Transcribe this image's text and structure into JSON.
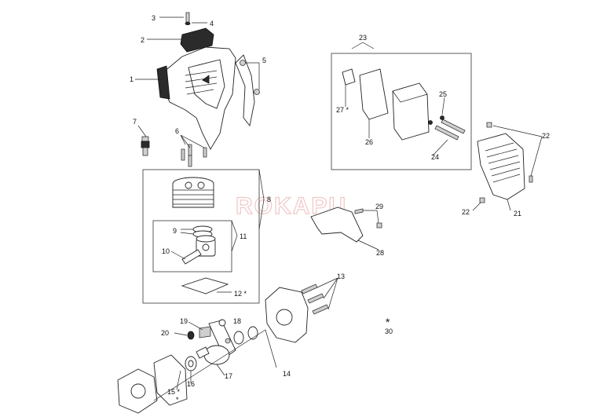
{
  "watermark": "ROKAPU",
  "callouts": {
    "c1": "1",
    "c2": "2",
    "c3": "3",
    "c4": "4",
    "c5": "5",
    "c6": "6",
    "c7": "7",
    "c8": "8",
    "c9": "9",
    "c10": "10",
    "c11": "11",
    "c12": "12 *",
    "c13": "13",
    "c14": "14",
    "c15": "15 *",
    "c16": "16",
    "c17": "17",
    "c18": "18",
    "c19": "19",
    "c20": "20",
    "c21": "21",
    "c22a": "22",
    "c22b": "22",
    "c23": "23",
    "c24": "24",
    "c25": "25",
    "c26": "26",
    "c27": "27 *",
    "c28": "28",
    "c29": "29",
    "c30": "30",
    "asterisk_note": "*",
    "asterisk_mark": "*"
  }
}
